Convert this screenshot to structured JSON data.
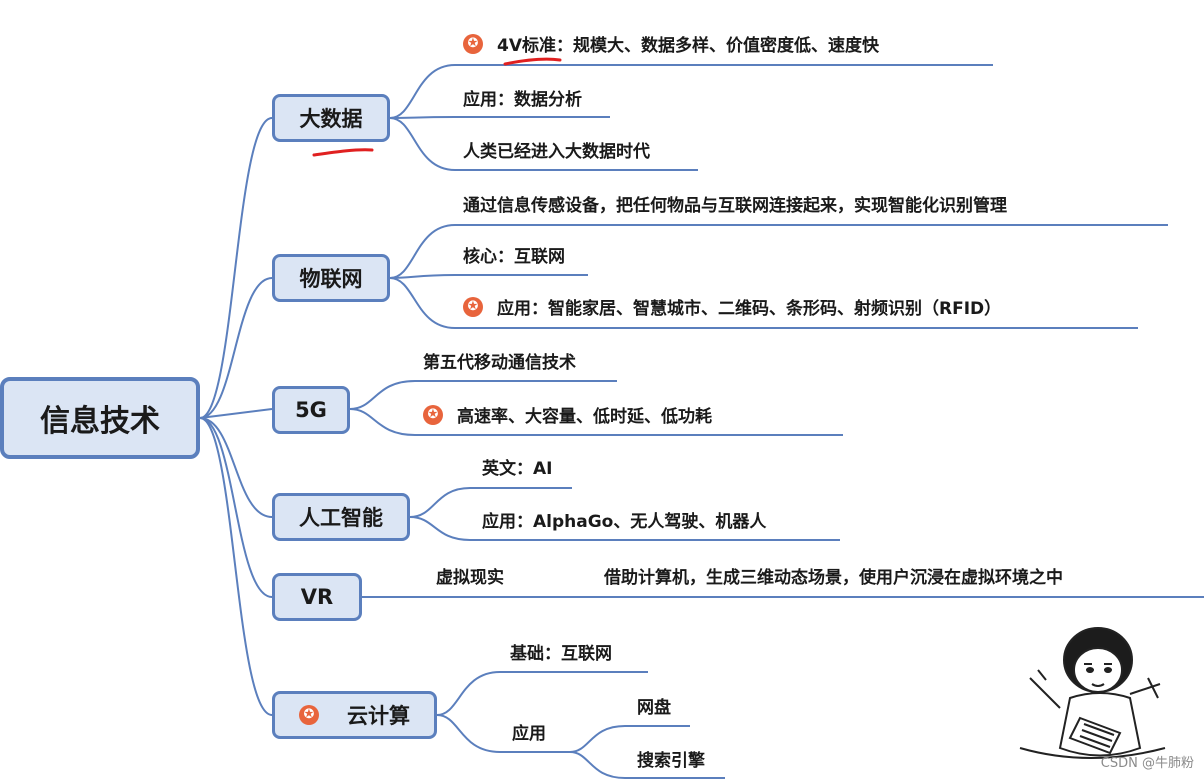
{
  "root": "信息技术",
  "branches": {
    "bigdata": {
      "label": "大数据",
      "items": [
        "4V标准：规模大、数据多样、价值密度低、速度快",
        "应用：数据分析",
        "人类已经进入大数据时代"
      ]
    },
    "iot": {
      "label": "物联网",
      "items": [
        "通过信息传感设备，把任何物品与互联网连接起来，实现智能化识别管理",
        "核心：互联网",
        "应用：智能家居、智慧城市、二维码、条形码、射频识别（RFID）"
      ]
    },
    "g5": {
      "label": "5G",
      "items": [
        "第五代移动通信技术",
        "高速率、大容量、低时延、低功耗"
      ]
    },
    "ai": {
      "label": "人工智能",
      "items": [
        "英文：AI",
        "应用：AlphaGo、无人驾驶、机器人"
      ]
    },
    "vr": {
      "label": "VR",
      "items": [
        "虚拟现实",
        "借助计算机，生成三维动态场景，使用户沉浸在虚拟环境之中"
      ]
    },
    "cloud": {
      "label": "云计算",
      "items": [
        "基础：互联网",
        "应用"
      ],
      "sub_items": [
        "网盘",
        "搜索引擎"
      ]
    }
  },
  "watermark": "CSDN @牛肺粉",
  "colors": {
    "node_fill": "#dbe5f4",
    "node_border": "#5b7fbd",
    "star": "#e8643c",
    "handwritten_underline": "#e02020",
    "link_line": "#5b7fbd"
  },
  "icons": [
    "star-badge-icon",
    "meme-face-illustration"
  ]
}
